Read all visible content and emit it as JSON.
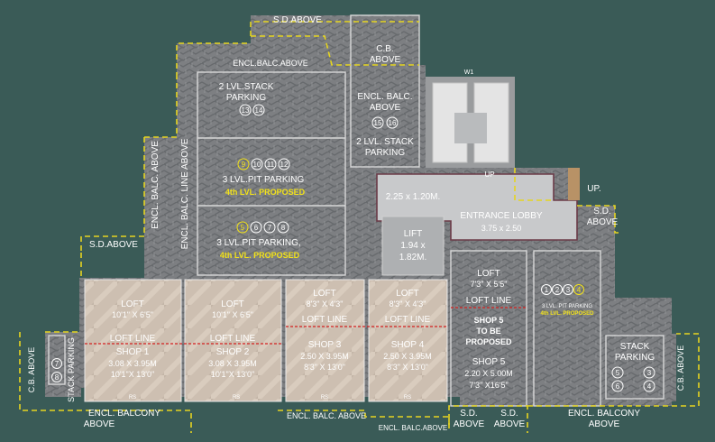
{
  "labels": {
    "sd_above_top": "S.D.ABOVE",
    "cb_above_top_1": "C.B.",
    "cb_above_top_2": "ABOVE",
    "w1": "W1",
    "encl_balc_above_top": "ENCL.BALC.ABOVE",
    "stack2_title": "2 LVL.STACK",
    "stack2_sub": "PARKING",
    "encl_balc_right_1": "ENCL. BALC.",
    "encl_balc_right_2": "ABOVE",
    "stack_right_1": "2 LVL. STACK",
    "stack_right_2": "PARKING",
    "pit1_title": "3 LVL.PIT PARKING",
    "pit1_proposed": "4th LVL. PROPOSED",
    "pit2_title": "3 LVL.PIT PARKING,",
    "pit2_proposed": "4th LVL. PROPOSED",
    "encl_balc_line_above": "ENCL. BALC. LINE ABOVE",
    "encl_balc_above_vertical": "ENCL. BALC. ABOVE",
    "sd_above_left": "S.D.ABOVE",
    "lobby_dim": "2.25 x 1.20M.",
    "entrance_lobby": "ENTRANCE LOBBY",
    "entrance_dim": "3.75 x 2.50",
    "up_small": "UP",
    "up_large": "UP.",
    "sd_above_right_1": "S.D.",
    "sd_above_right_2": "ABOVE",
    "lift_title": "LIFT",
    "lift_dim1": "1.94 x",
    "lift_dim2": "1.82M.",
    "cb_above_left": "C.B. ABOVE",
    "stack_parking_left": "STACK PARKING",
    "encl_balcony_bottom_left_1": "ENCL. BALCONY",
    "encl_balcony_bottom_left_2": "ABOVE",
    "encl_balc_bottom_mid": "ENCL. BALC. ABOVE",
    "encl_balc_bottom_small": "ENCL. BALC.ABOVE",
    "sd_bottom_1a": "S.D.",
    "sd_bottom_1b": "ABOVE",
    "sd_bottom_2a": "S.D.",
    "sd_bottom_2b": "ABOVE",
    "encl_balcony_bottom_right_1": "ENCL. BALCONY",
    "encl_balcony_bottom_right_2": "ABOVE",
    "stack_right_box_1": "STACK",
    "stack_right_box_2": "PARKING",
    "cb_above_right": "C.B. ABOVE",
    "pit3_title": "3 LVL. PIT PARKING",
    "pit3_proposed": "4th LVL. PROPOSED",
    "rs": "RS"
  },
  "parking_numbers": {
    "stack_left": [
      "13",
      "14"
    ],
    "stack_right": [
      "15",
      "16"
    ],
    "pit1": [
      "9",
      "10",
      "11",
      "12"
    ],
    "pit2": [
      "5",
      "6",
      "7",
      "8"
    ],
    "pit3": [
      "1",
      "2",
      "3",
      "4"
    ],
    "left_stack": [
      "7",
      "8"
    ],
    "right_stack": [
      "5",
      "3",
      "6",
      "4"
    ]
  },
  "shops": [
    {
      "loft": "LOFT",
      "loft_dim": "10'1\" X 6'5\"",
      "loft_line": "LOFT LINE",
      "name": "SHOP 1",
      "dim_m": "3.08 X 3.95M",
      "dim_ft": "10'1\"X 13'0\""
    },
    {
      "loft": "LOFT",
      "loft_dim": "10'1\" X 6'5\"",
      "loft_line": "LOFT LINE",
      "name": "SHOP 2",
      "dim_m": "3.08 X 3.95M",
      "dim_ft": "10'1\"X 13'0\""
    },
    {
      "loft": "LOFT",
      "loft_dim": "8'3\" X 4'3\"",
      "loft_line": "LOFT LINE",
      "name": "SHOP 3",
      "dim_m": "2.50 X 3.95M",
      "dim_ft": "8'3\" X 13'0\""
    },
    {
      "loft": "LOFT",
      "loft_dim": "8'3\" X 4'3\"",
      "loft_line": "LOFT LINE",
      "name": "SHOP 4",
      "dim_m": "2.50 X 3.95M",
      "dim_ft": "8'3\" X 13'0\""
    }
  ],
  "shop5": {
    "loft": "LOFT",
    "loft_dim": "7'3\" X 5'5\"",
    "loft_line": "LOFT LINE",
    "proposed_1": "SHOP 5",
    "proposed_2": "TO BE",
    "proposed_3": "PROPOSED",
    "name": "SHOP 5",
    "dim_m": "2.20 X 5.00M",
    "dim_ft": "7'3\" X16'5\""
  },
  "colors": {
    "background": "#3a5b57",
    "paving": "#7d7f82",
    "shop_floor": "#cdbfb1",
    "dashed_outline": "#e6d520",
    "loft_line": "#d42020",
    "highlight_text": "#f2e21a"
  }
}
